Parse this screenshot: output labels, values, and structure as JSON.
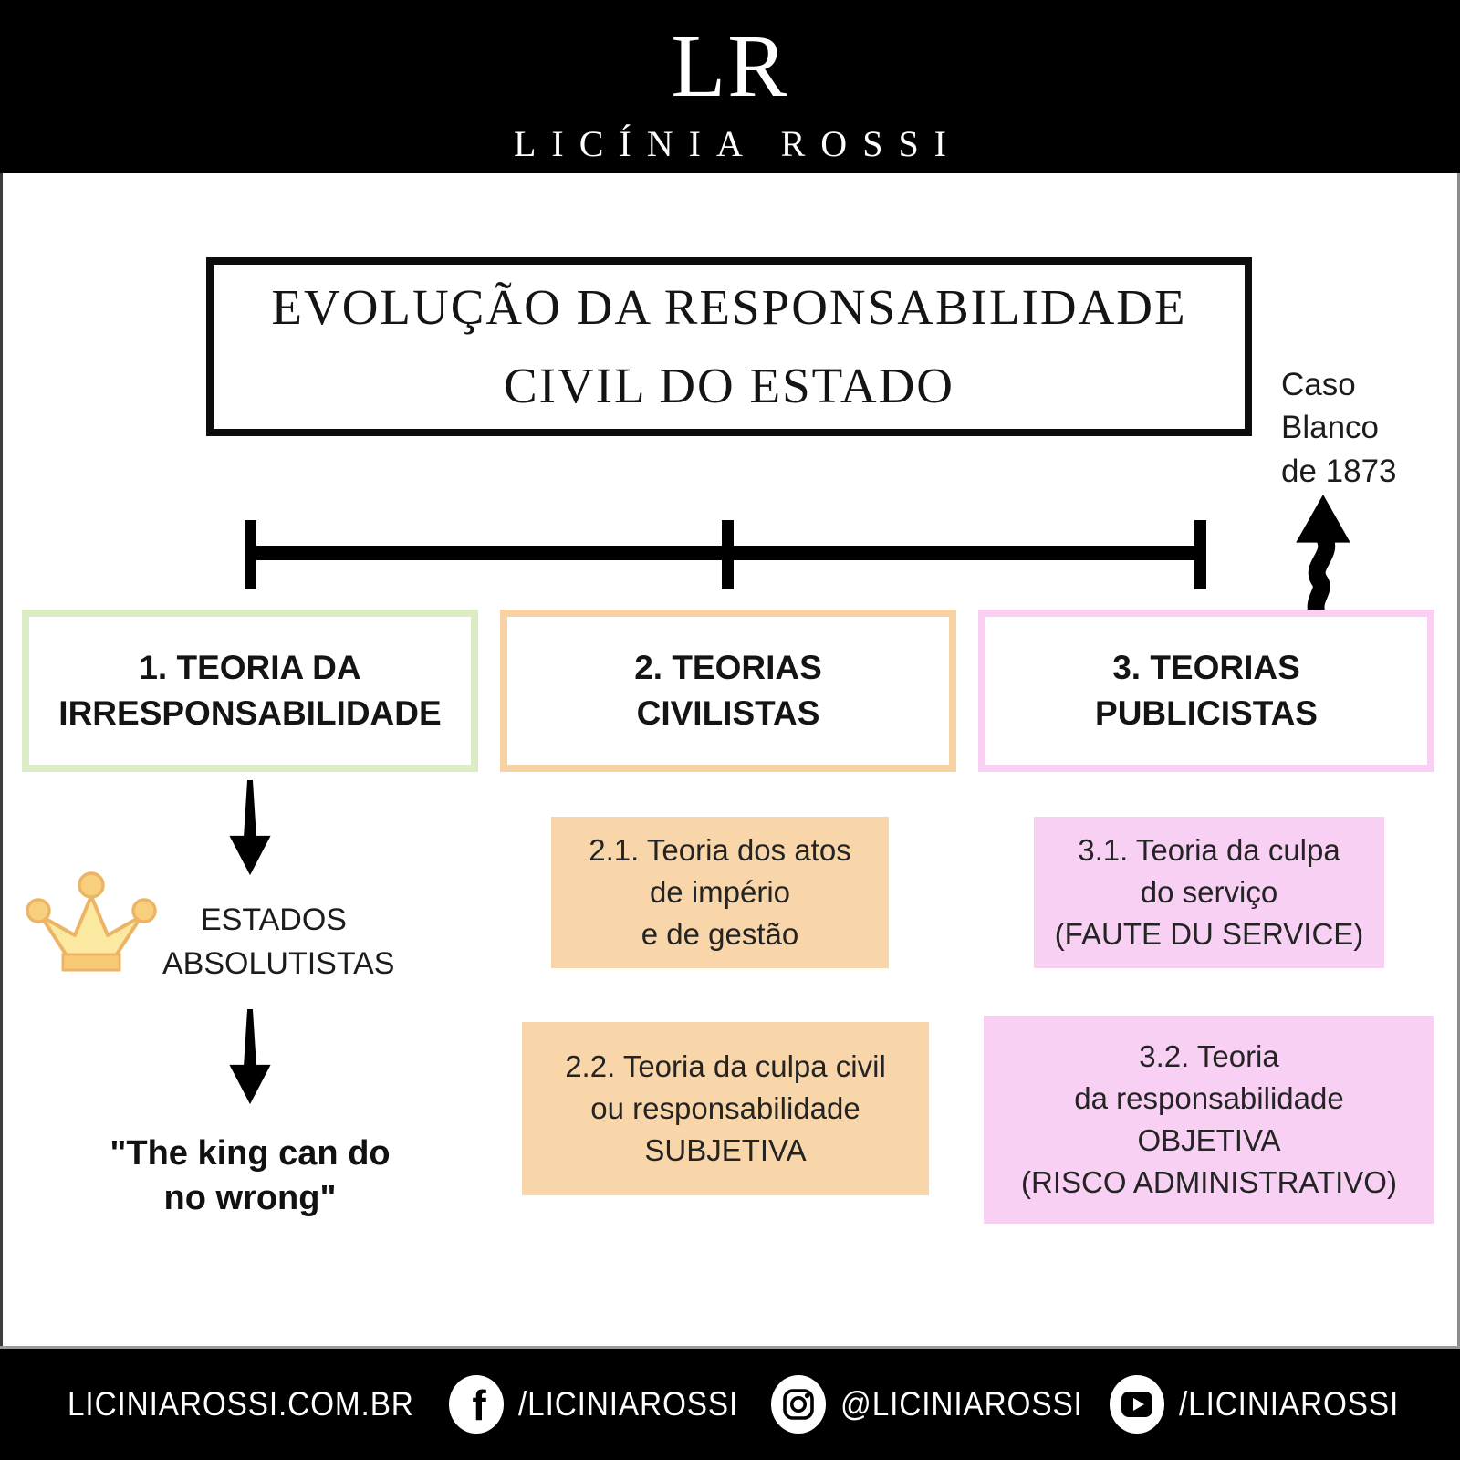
{
  "header": {
    "logo_text": "LR",
    "brand_name": "LICÍNIA ROSSI"
  },
  "title_box": {
    "lines": [
      "EVOLUÇÃO DA RESPONSABILIDADE",
      "CIVIL DO ESTADO"
    ]
  },
  "annotation": {
    "lines": [
      "Caso",
      "Blanco",
      "de 1873"
    ]
  },
  "timeline": {
    "ticks": 3
  },
  "stages": [
    {
      "lines": [
        "1. TEORIA DA",
        "IRRESPONSABILIDADE"
      ],
      "border_color": "#dcedc6"
    },
    {
      "lines": [
        "2. TEORIAS",
        "CIVILISTAS"
      ],
      "border_color": "#f8d2a2"
    },
    {
      "lines": [
        "3. TEORIAS",
        "PUBLICISTAS"
      ],
      "border_color": "#f9d0f4"
    }
  ],
  "stage1_details": {
    "label_lines": [
      "ESTADOS",
      "ABSOLUTISTAS"
    ],
    "quote_lines": [
      "\"The king can do",
      "no wrong\""
    ]
  },
  "theory_boxes": [
    {
      "id": "2.1",
      "lines": [
        "2.1. Teoria dos atos",
        "de império",
        "e de gestão"
      ],
      "bg_color": "#f9d6a9"
    },
    {
      "id": "2.2",
      "lines": [
        "2.2. Teoria da culpa civil",
        "ou responsabilidade",
        "SUBJETIVA"
      ],
      "bg_color": "#f9d6a9"
    },
    {
      "id": "3.1",
      "lines": [
        "3.1. Teoria da culpa",
        "do serviço",
        "(FAUTE DU SERVICE)"
      ],
      "bg_color": "#f8d0f3"
    },
    {
      "id": "3.2",
      "lines": [
        "3.2. Teoria",
        "da responsabilidade",
        "OBJETIVA",
        "(RISCO ADMINISTRATIVO)"
      ],
      "bg_color": "#f8d0f3"
    }
  ],
  "footer": {
    "website": "LICINIAROSSI.COM.BR",
    "facebook_handle": "/LICINIAROSSI",
    "instagram_handle": "@LICINIAROSSI",
    "youtube_handle": "/LICINIAROSSI"
  },
  "colors": {
    "header_bg": "#000000",
    "stage1_border": "#dcedc6",
    "stage2_border": "#f8d2a2",
    "stage3_border": "#f9d0f4",
    "civilist_box_bg": "#f9d6a9",
    "publicist_box_bg": "#f8d0f3",
    "crown_fill": "#fce9a1",
    "crown_stroke": "#ecb566",
    "arrow_color": "#000000"
  }
}
